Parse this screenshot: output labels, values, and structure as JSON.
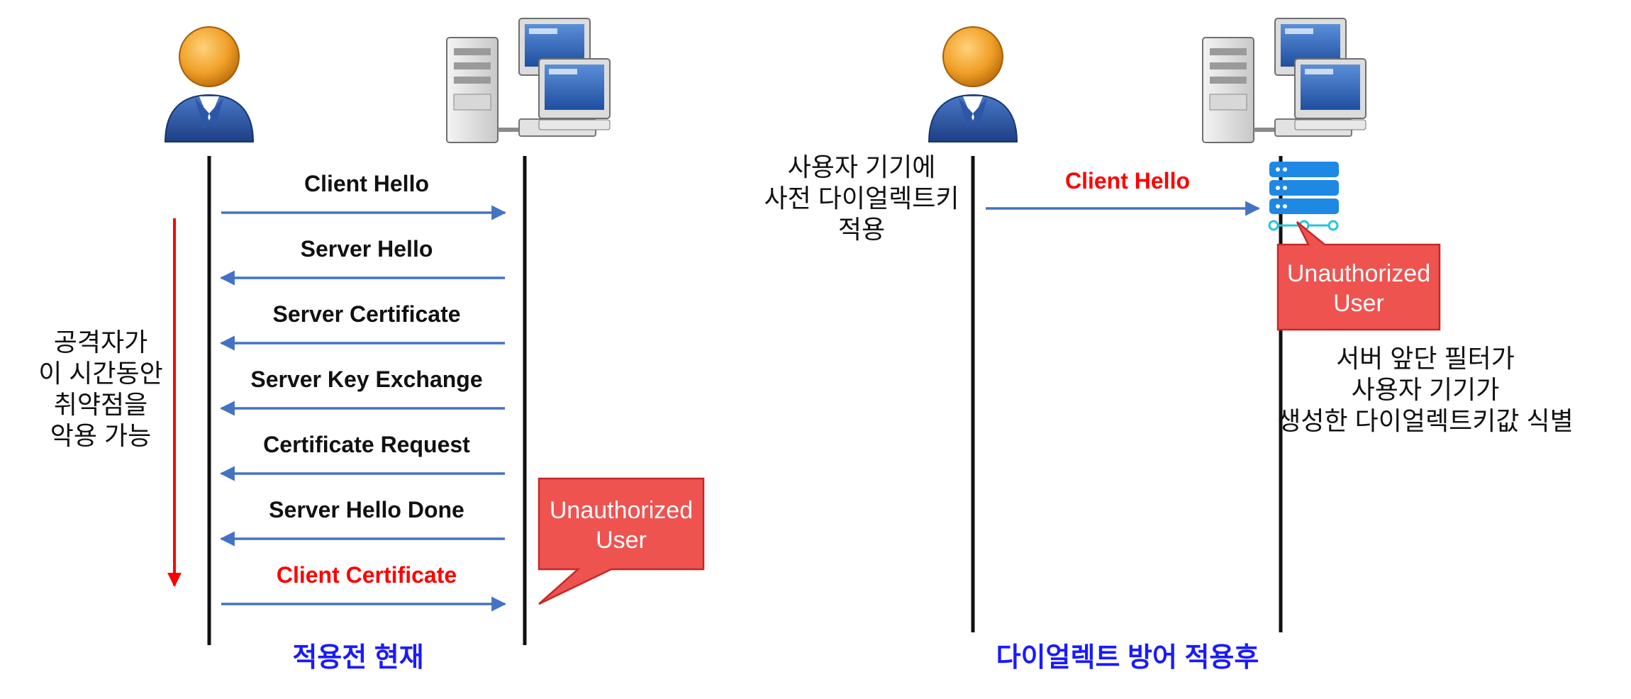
{
  "colors": {
    "accent": "#4472c4",
    "highlight": "#ff0000",
    "caption": "#1a1aff",
    "bubble_fill": "#ef5350",
    "bubble_stroke": "#c62828"
  },
  "left_panel": {
    "messages": [
      {
        "label": "Client Hello",
        "direction": "right",
        "highlight": false
      },
      {
        "label": "Server Hello",
        "direction": "left",
        "highlight": false
      },
      {
        "label": "Server Certificate",
        "direction": "left",
        "highlight": false
      },
      {
        "label": "Server Key Exchange",
        "direction": "left",
        "highlight": false
      },
      {
        "label": "Certificate Request",
        "direction": "left",
        "highlight": false
      },
      {
        "label": "Server Hello Done",
        "direction": "left",
        "highlight": false
      },
      {
        "label": "Client Certificate",
        "direction": "right",
        "highlight": true
      }
    ],
    "attacker_note": [
      "공격자가",
      "이 시간동안",
      "취약점을",
      "악용 가능"
    ],
    "bubble": [
      "Unauthorized",
      "User"
    ],
    "caption": "적용전 현재"
  },
  "right_panel": {
    "client_note": [
      "사용자 기기에",
      "사전 다이얼렉트키",
      "적용"
    ],
    "message": {
      "label": "Client Hello",
      "direction": "right",
      "highlight": true
    },
    "bubble": [
      "Unauthorized",
      "User"
    ],
    "filter_note": [
      "서버 앞단 필터가",
      "사용자 기기가",
      "생성한 다이얼렉트키값 식별"
    ],
    "caption": "다이얼렉트 방어 적용후"
  },
  "icons": [
    "user-icon",
    "server-computer-icon",
    "filter-server-icon"
  ]
}
